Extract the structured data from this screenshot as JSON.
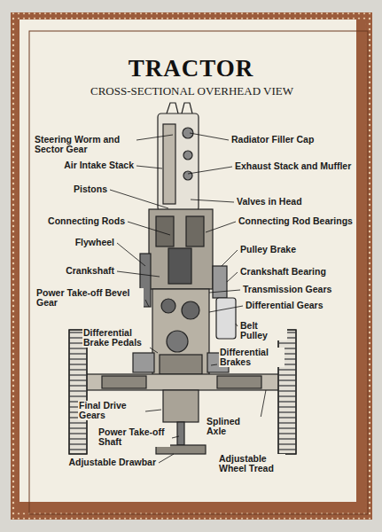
{
  "diagram": {
    "title": "TRACTOR",
    "labels": [
      "CROSS-SECTIONAL OVERHEAD VIEW",
      "Steering Worm and Sector Gear",
      "Air Intake Stack",
      "Pistons",
      "Connecting Rods",
      "Flywheel",
      "Crankshaft",
      "Power Take-off Bevel Gear",
      "Differential Brake Pedals",
      "Final Drive Gears",
      "Power Take-off Shaft",
      "Adjustable Drawbar",
      "Radiator Filler Cap",
      "Exhaust Stack and Muffler",
      "Valves in Head",
      "Connecting Rod Bearings",
      "Pulley Brake",
      "Crankshaft Bearing",
      "Transmission Gears",
      "Differential Gears",
      "Belt Pulley",
      "Differential Brakes",
      "Splined Axle",
      "Adjustable Wheel Tread"
    ]
  }
}
